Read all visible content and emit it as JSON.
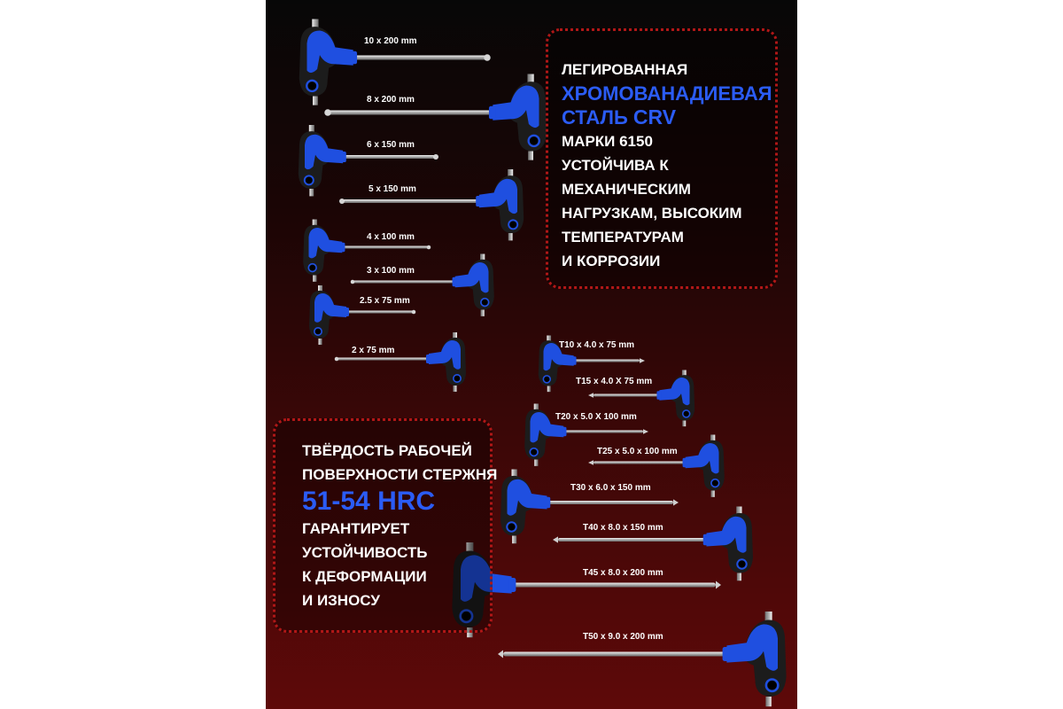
{
  "steel_info": {
    "line1": "ЛЕГИРОВАННАЯ",
    "line2": "ХРОМОВАНАДИЕВАЯ",
    "line3_white": "СТАЛЬ ",
    "line3_blue": "CRV",
    "line4": "МАРКИ 6150",
    "line5": "УСТОЙЧИВА К",
    "line6": "МЕХАНИЧЕСКИМ",
    "line7": "НАГРУЗКАМ, ВЫСОКИМ",
    "line8": "ТЕМПЕРАТУРАМ",
    "line9": "И КОРРОЗИИ"
  },
  "hardness_info": {
    "line1": "ТВЁРДОСТЬ РАБОЧЕЙ",
    "line2": "ПОВЕРХНОСТИ СТЕРЖНЯ",
    "value": "51-54 HRC",
    "line3": "ГАРАНТИРУЕТ",
    "line4": "УСТОЙЧИВОСТЬ",
    "line5": "К ДЕФОРМАЦИИ",
    "line6": "И ИЗНОСУ"
  },
  "hex_keys": [
    "10 x 200 mm",
    "8 x 200 mm",
    "6 x 150 mm",
    "5 x 150 mm",
    "4 x 100 mm",
    "3 x 100 mm",
    "2.5 x 75 mm",
    "2 x 75 mm"
  ],
  "torx_keys": [
    "T10 x 4.0 x 75 mm",
    "T15 x 4.0 X 75 mm",
    "T20 x 5.0 X 100 mm",
    "T25 x 5.0 x 100 mm",
    "T30 x 6.0 x 150 mm",
    "T40 x 8.0 x 150 mm",
    "T45 x 8.0 x 200 mm",
    "T50 x 9.0 x 200 mm"
  ],
  "colors": {
    "accent_blue": "#2b5cf5",
    "handle_blue": "#1f4fe0",
    "handle_black": "#1c1c1c",
    "border_red": "#b01717"
  }
}
